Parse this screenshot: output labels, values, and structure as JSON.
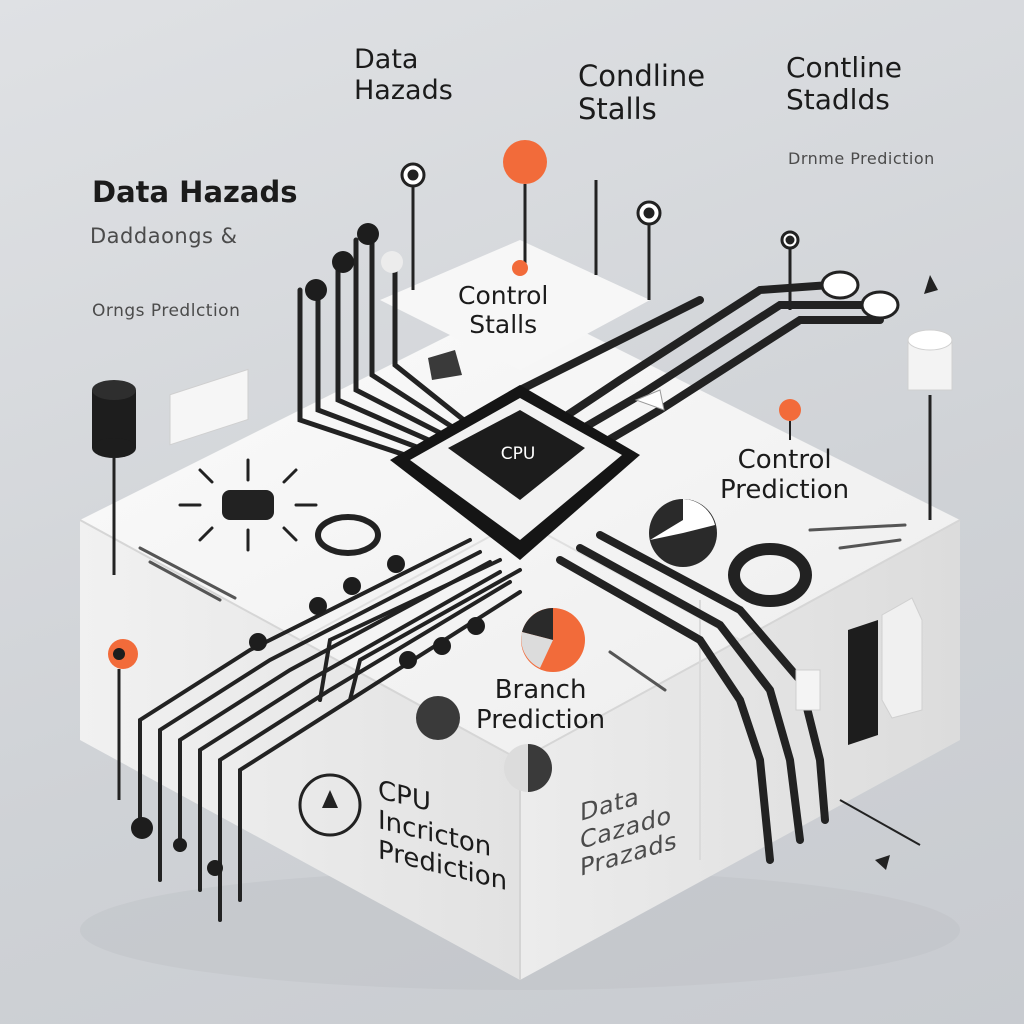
{
  "labels": {
    "top_data_hazards": "Data\nHazads",
    "top_condline": "Condline\nStalls",
    "top_contline": "Contline\nStadlds",
    "top_contline_sub": "Drnme Prediction",
    "left_title": "Data Hazads",
    "left_sub1": "Daddaongs &",
    "left_sub2": "Orngs Predlction",
    "block_control_stalls": "Control\nStalls",
    "cpu_chip": "CPU",
    "right_control_prediction": "Control\nPrediction",
    "branch_prediction": "Branch\nPrediction",
    "front_cpu": "CPU\nIncricton\nPrediction",
    "front_data": "Data\nCazado\nPrazads"
  },
  "colors": {
    "accent_orange": "#f26b3a",
    "chip_black": "#1c1c1c",
    "cable_black": "#222222",
    "block_top": "#f6f6f6",
    "block_side": "#e9e9e9",
    "background": "#d3d6da"
  },
  "icons": [
    "cpu-chip-icon",
    "sun-burst-icon",
    "pie-chart-icon",
    "ring-icon",
    "pin-icon",
    "cylinder-icon"
  ]
}
